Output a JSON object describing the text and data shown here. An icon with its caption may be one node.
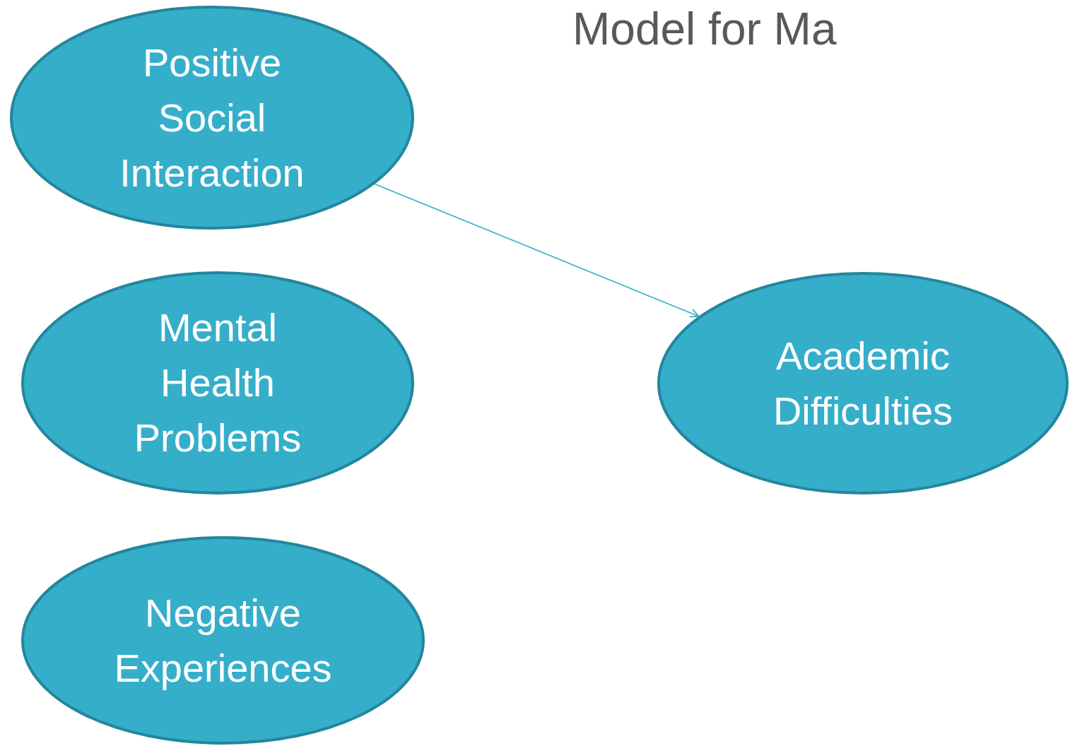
{
  "diagram": {
    "title": "Model for Ma",
    "nodes": [
      {
        "text": [
          "Positive Social Interaction"
        ]
      },
      {
        "text": [
          "Mental Health Problems"
        ]
      },
      {
        "text": [
          "Negative Experiences"
        ]
      },
      {
        "text": [
          "Academic Difficulties"
        ]
      }
    ],
    "edges": [
      {
        "from": 0,
        "to": 3,
        "arrow": "to"
      }
    ]
  }
}
